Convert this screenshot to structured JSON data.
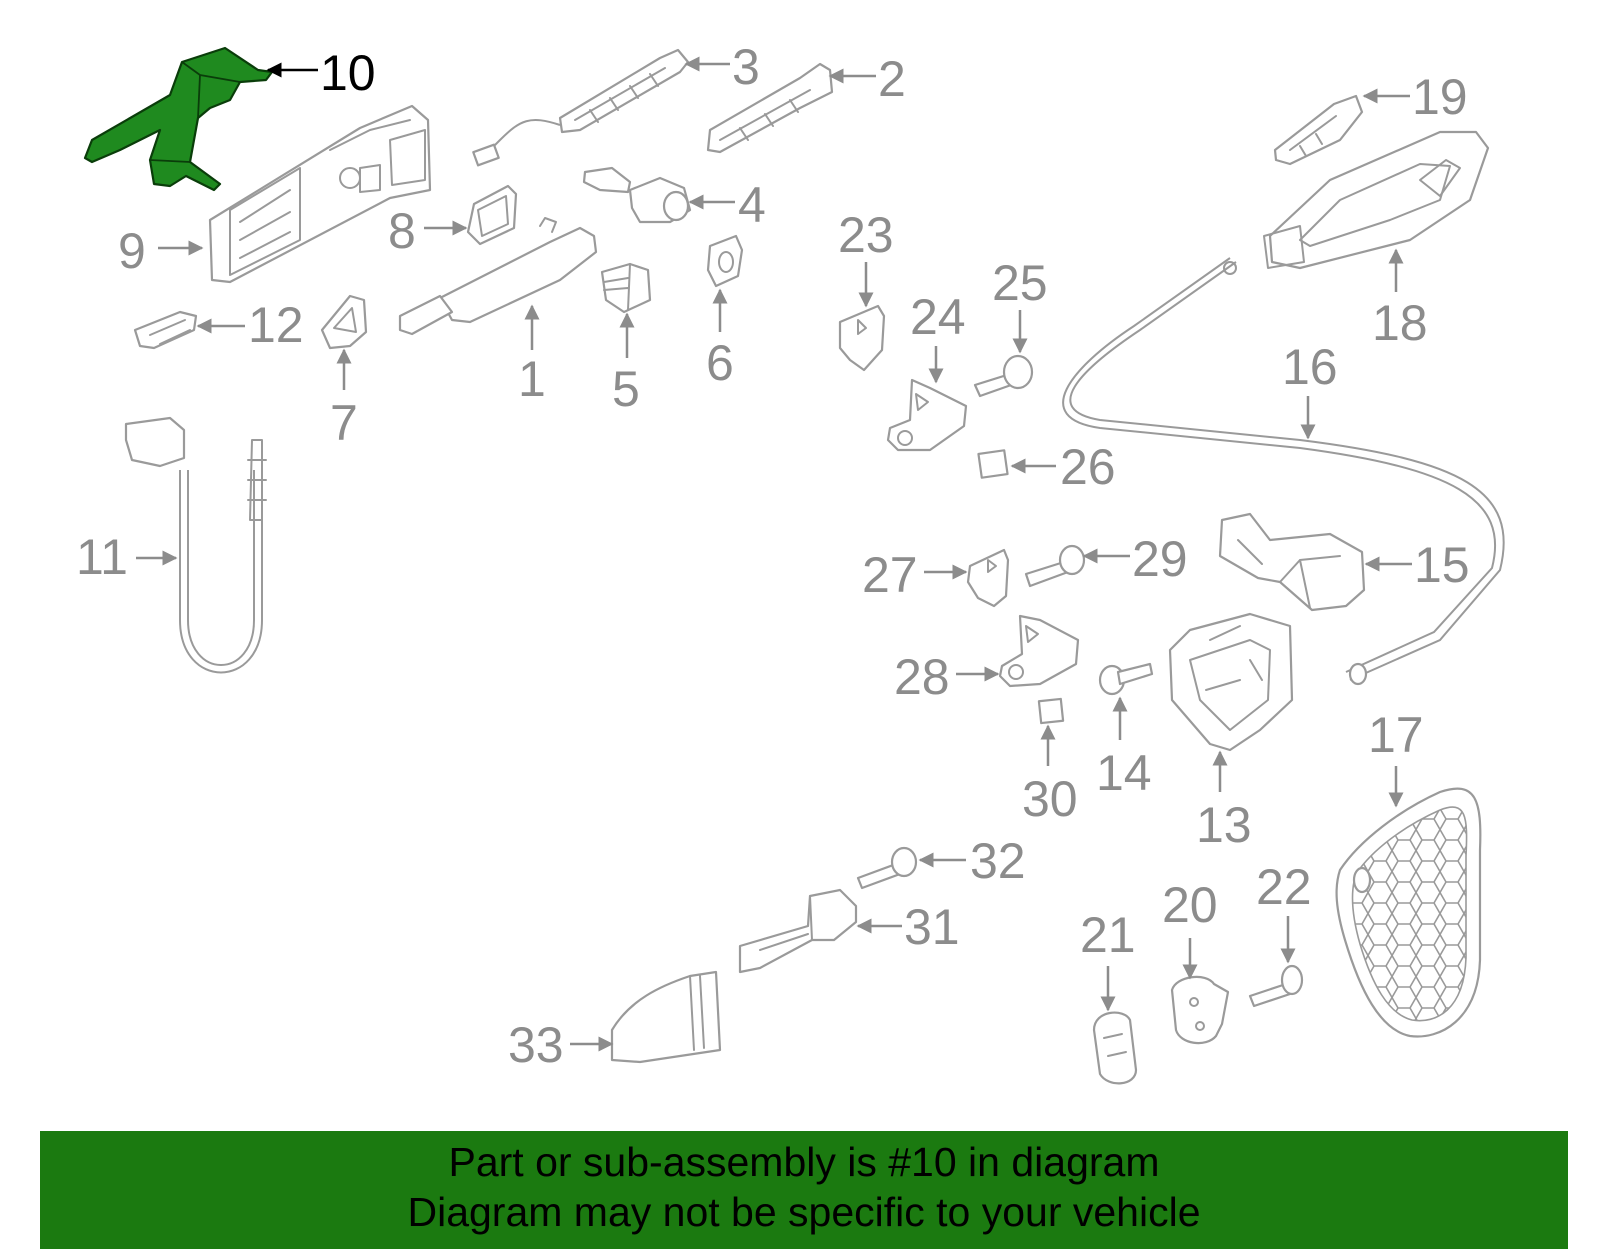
{
  "diagram": {
    "highlighted_part": "10",
    "labels": [
      "1",
      "2",
      "3",
      "4",
      "5",
      "6",
      "7",
      "8",
      "9",
      "10",
      "11",
      "12",
      "13",
      "14",
      "15",
      "16",
      "17",
      "18",
      "19",
      "20",
      "21",
      "22",
      "23",
      "24",
      "25",
      "26",
      "27",
      "28",
      "29",
      "30",
      "31",
      "32",
      "33"
    ]
  },
  "footer": {
    "line1": "Part or sub-assembly is #10 in diagram",
    "line2": "Diagram may not be specific to your vehicle",
    "background": "#1b7a10"
  },
  "colors": {
    "highlight_fill": "#1f8a1f",
    "part_stroke": "#9a9a9a",
    "label_text": "#8c8c8c"
  }
}
